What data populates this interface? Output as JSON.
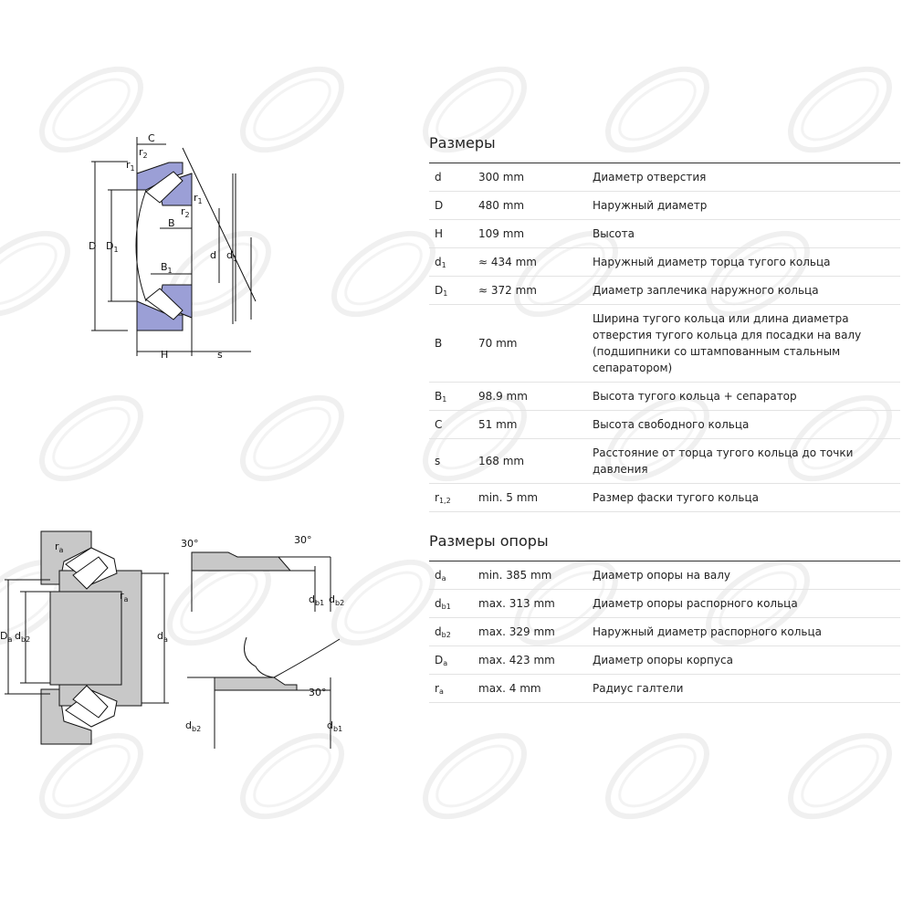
{
  "dimensions": {
    "title": "Размеры",
    "rows": [
      {
        "sym": "d",
        "sub": "",
        "value": "300 mm",
        "desc": "Диаметр отверстия"
      },
      {
        "sym": "D",
        "sub": "",
        "value": "480 mm",
        "desc": "Наружный диаметр"
      },
      {
        "sym": "H",
        "sub": "",
        "value": "109 mm",
        "desc": "Высота"
      },
      {
        "sym": "d",
        "sub": "1",
        "value": "≈ 434 mm",
        "desc": "Наружный диаметр торца тугого кольца"
      },
      {
        "sym": "D",
        "sub": "1",
        "value": "≈ 372 mm",
        "desc": "Диаметр заплечика наружного кольца"
      },
      {
        "sym": "B",
        "sub": "",
        "value": "70 mm",
        "desc": "Ширина тугого кольца или длина диаметра отверстия тугого кольца для посадки на валу (подшипники со штампованным стальным сепаратором)"
      },
      {
        "sym": "B",
        "sub": "1",
        "value": "98.9 mm",
        "desc": "Высота тугого кольца + сепаратор"
      },
      {
        "sym": "C",
        "sub": "",
        "value": "51 mm",
        "desc": "Высота свободного кольца"
      },
      {
        "sym": "s",
        "sub": "",
        "value": "168 mm",
        "desc": "Расстояние от торца тугого кольца до точки давления"
      },
      {
        "sym": "r",
        "sub": "1,2",
        "value": "min. 5 mm",
        "desc": "Размер фаски тугого кольца"
      }
    ]
  },
  "abutment": {
    "title": "Размеры опоры",
    "rows": [
      {
        "sym": "d",
        "sub": "a",
        "value": "min. 385 mm",
        "desc": "Диаметр опоры на валу"
      },
      {
        "sym": "d",
        "sub": "b1",
        "value": "max. 313 mm",
        "desc": "Диаметр опоры распорного кольца"
      },
      {
        "sym": "d",
        "sub": "b2",
        "value": "max. 329 mm",
        "desc": "Наружный диаметр распорного кольца"
      },
      {
        "sym": "D",
        "sub": "a",
        "value": "max. 423 mm",
        "desc": "Диаметр опоры корпуса"
      },
      {
        "sym": "r",
        "sub": "a",
        "value": "max. 4 mm",
        "desc": "Радиус галтели"
      }
    ]
  },
  "drawing1": {
    "C": "C",
    "r": "r",
    "r1": "1",
    "r2": "2",
    "B": "B",
    "B1sym": "B",
    "B1sub": "1",
    "D": "D",
    "D1sym": "D",
    "D1sub": "1",
    "d": "d",
    "d1sym": "d",
    "d1sub": "1",
    "H": "H",
    "s": "s"
  },
  "drawing2": {
    "r": "r",
    "a": "a",
    "D": "D",
    "d": "d",
    "b1": "b1",
    "b2": "b2",
    "angle": "30°"
  },
  "colors": {
    "ring": "#9b9fd6",
    "housing": "#c8c8c8",
    "line": "#111111",
    "watermark": "#f0f0f0"
  }
}
